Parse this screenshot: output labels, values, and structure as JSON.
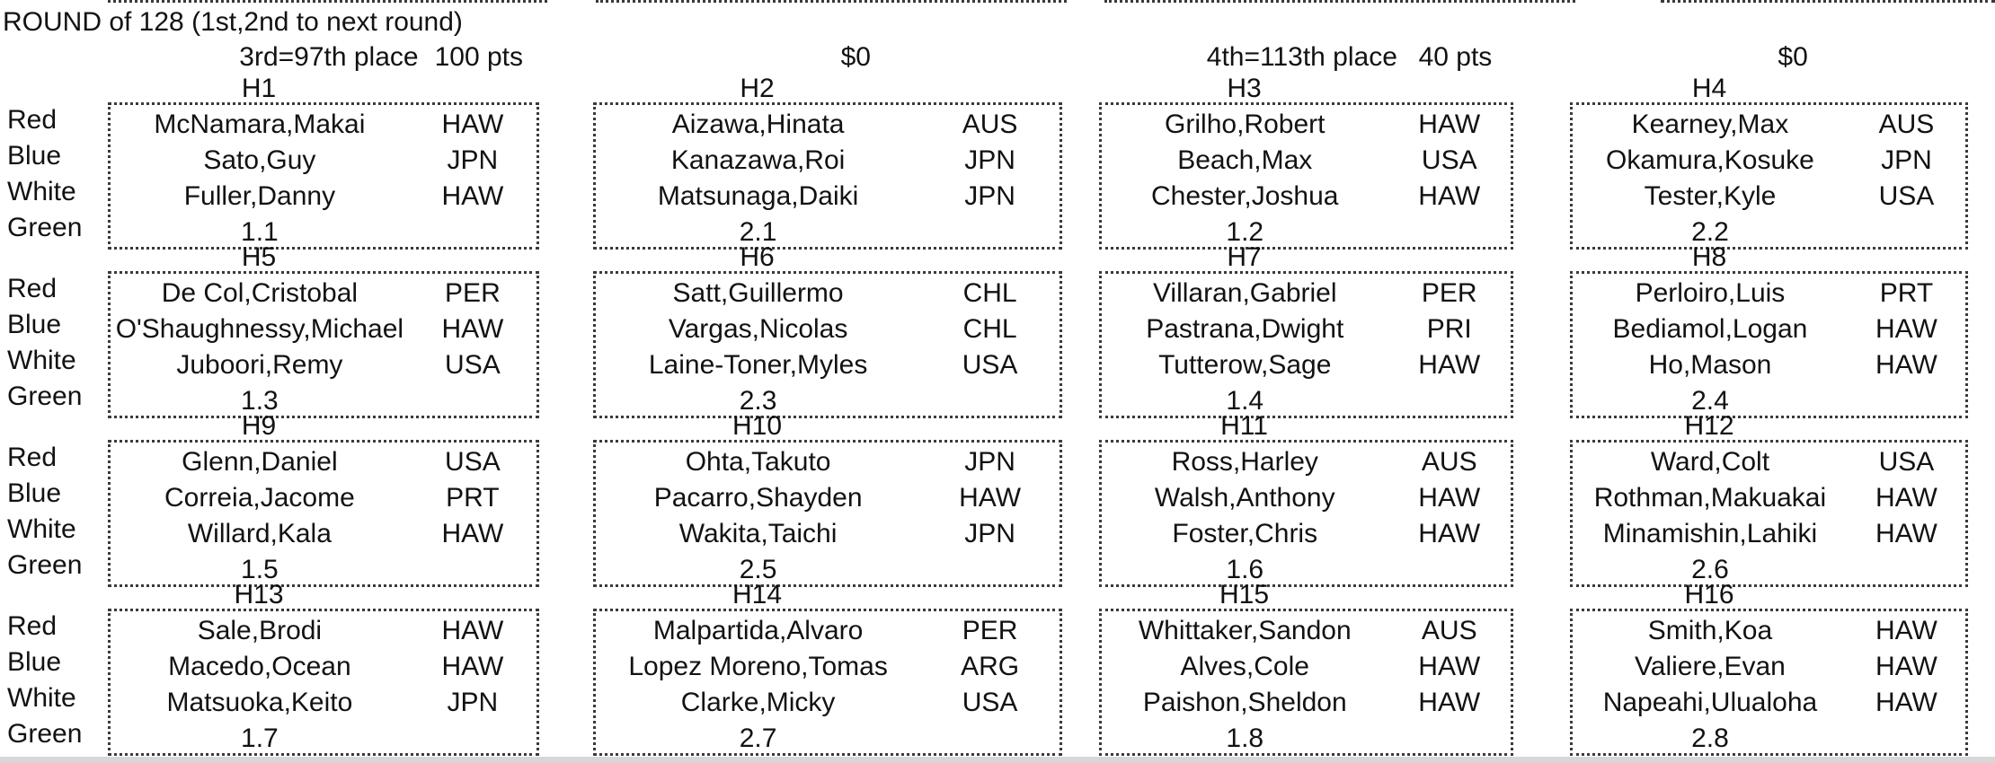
{
  "header": {
    "title": "ROUND of 128 (1st,2nd to next round)"
  },
  "prize_columns": [
    {
      "place": "3rd=97th place",
      "pts": "100 pts"
    },
    {
      "money": "$0"
    },
    {
      "place": "4th=113th place",
      "pts": "40 pts"
    },
    {
      "money": "$0"
    }
  ],
  "jerseys": [
    "Red",
    "Blue",
    "White",
    "Green"
  ],
  "heats": [
    {
      "label": "H1",
      "number": "1.1",
      "entries": [
        {
          "name": "McNamara,Makai",
          "country": "HAW"
        },
        {
          "name": "Sato,Guy",
          "country": "JPN"
        },
        {
          "name": "Fuller,Danny",
          "country": "HAW"
        }
      ]
    },
    {
      "label": "H2",
      "number": "2.1",
      "entries": [
        {
          "name": "Aizawa,Hinata",
          "country": "AUS"
        },
        {
          "name": "Kanazawa,Roi",
          "country": "JPN"
        },
        {
          "name": "Matsunaga,Daiki",
          "country": "JPN"
        }
      ]
    },
    {
      "label": "H3",
      "number": "1.2",
      "entries": [
        {
          "name": "Grilho,Robert",
          "country": "HAW"
        },
        {
          "name": "Beach,Max",
          "country": "USA"
        },
        {
          "name": "Chester,Joshua",
          "country": "HAW"
        }
      ]
    },
    {
      "label": "H4",
      "number": "2.2",
      "entries": [
        {
          "name": "Kearney,Max",
          "country": "AUS"
        },
        {
          "name": "Okamura,Kosuke",
          "country": "JPN"
        },
        {
          "name": "Tester,Kyle",
          "country": "USA"
        }
      ]
    },
    {
      "label": "H5",
      "number": "1.3",
      "entries": [
        {
          "name": "De Col,Cristobal",
          "country": "PER"
        },
        {
          "name": "O'Shaughnessy,Michael",
          "country": "HAW"
        },
        {
          "name": "Juboori,Remy",
          "country": "USA"
        }
      ]
    },
    {
      "label": "H6",
      "number": "2.3",
      "entries": [
        {
          "name": "Satt,Guillermo",
          "country": "CHL"
        },
        {
          "name": "Vargas,Nicolas",
          "country": "CHL"
        },
        {
          "name": "Laine-Toner,Myles",
          "country": "USA"
        }
      ]
    },
    {
      "label": "H7",
      "number": "1.4",
      "entries": [
        {
          "name": "Villaran,Gabriel",
          "country": "PER"
        },
        {
          "name": "Pastrana,Dwight",
          "country": "PRI"
        },
        {
          "name": "Tutterow,Sage",
          "country": "HAW"
        }
      ]
    },
    {
      "label": "H8",
      "number": "2.4",
      "entries": [
        {
          "name": "Perloiro,Luis",
          "country": "PRT"
        },
        {
          "name": "Bediamol,Logan",
          "country": "HAW"
        },
        {
          "name": "Ho,Mason",
          "country": "HAW"
        }
      ]
    },
    {
      "label": "H9",
      "number": "1.5",
      "entries": [
        {
          "name": "Glenn,Daniel",
          "country": "USA"
        },
        {
          "name": "Correia,Jacome",
          "country": "PRT"
        },
        {
          "name": "Willard,Kala",
          "country": "HAW"
        }
      ]
    },
    {
      "label": "H10",
      "number": "2.5",
      "entries": [
        {
          "name": "Ohta,Takuto",
          "country": "JPN"
        },
        {
          "name": "Pacarro,Shayden",
          "country": "HAW"
        },
        {
          "name": "Wakita,Taichi",
          "country": "JPN"
        }
      ]
    },
    {
      "label": "H11",
      "number": "1.6",
      "entries": [
        {
          "name": "Ross,Harley",
          "country": "AUS"
        },
        {
          "name": "Walsh,Anthony",
          "country": "HAW"
        },
        {
          "name": "Foster,Chris",
          "country": "HAW"
        }
      ]
    },
    {
      "label": "H12",
      "number": "2.6",
      "entries": [
        {
          "name": "Ward,Colt",
          "country": "USA"
        },
        {
          "name": "Rothman,Makuakai",
          "country": "HAW"
        },
        {
          "name": "Minamishin,Lahiki",
          "country": "HAW"
        }
      ]
    },
    {
      "label": "H13",
      "number": "1.7",
      "entries": [
        {
          "name": "Sale,Brodi",
          "country": "HAW"
        },
        {
          "name": "Macedo,Ocean",
          "country": "HAW"
        },
        {
          "name": "Matsuoka,Keito",
          "country": "JPN"
        }
      ]
    },
    {
      "label": "H14",
      "number": "2.7",
      "entries": [
        {
          "name": "Malpartida,Alvaro",
          "country": "PER"
        },
        {
          "name": "Lopez Moreno,Tomas",
          "country": "ARG"
        },
        {
          "name": "Clarke,Micky",
          "country": "USA"
        }
      ]
    },
    {
      "label": "H15",
      "number": "1.8",
      "entries": [
        {
          "name": "Whittaker,Sandon",
          "country": "AUS"
        },
        {
          "name": "Alves,Cole",
          "country": "HAW"
        },
        {
          "name": "Paishon,Sheldon",
          "country": "HAW"
        }
      ]
    },
    {
      "label": "H16",
      "number": "2.8",
      "entries": [
        {
          "name": "Smith,Koa",
          "country": "HAW"
        },
        {
          "name": "Valiere,Evan",
          "country": "HAW"
        },
        {
          "name": "Napeahi,Ulualoha",
          "country": "HAW"
        }
      ]
    }
  ]
}
